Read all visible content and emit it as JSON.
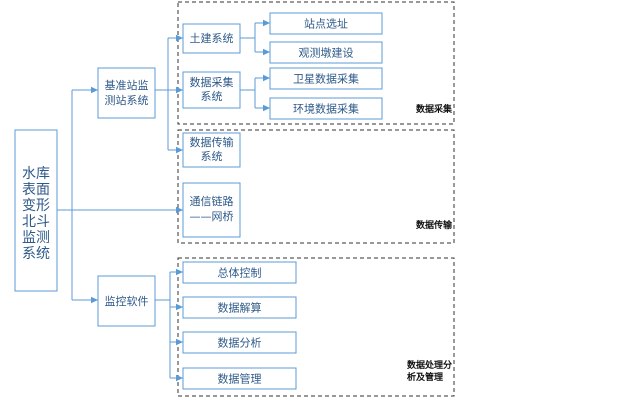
{
  "colors": {
    "node_border": "#5b9bd5",
    "edge": "#5b9bd5",
    "node_text": "#2e5a8a",
    "group_border": "#333333",
    "group_text": "#111111",
    "background": "#ffffff"
  },
  "root": {
    "lines": [
      "水库",
      "表面",
      "变形",
      "北斗",
      "监测",
      "系统"
    ]
  },
  "level1": {
    "base_station": {
      "lines": [
        "基准站监",
        "测站系统"
      ]
    },
    "monitor_software": {
      "lines": [
        "监控软件"
      ]
    }
  },
  "level2": {
    "civil": {
      "lines": [
        "土建系统"
      ]
    },
    "data_collection": {
      "lines": [
        "数据采集",
        "系统"
      ]
    },
    "data_transmission": {
      "lines": [
        "数据传输",
        "系统"
      ]
    },
    "comm_link": {
      "lines": [
        "通信链路",
        "——网桥"
      ]
    }
  },
  "level3": {
    "site_selection": {
      "lines": [
        "站点选址"
      ]
    },
    "pier_construction": {
      "lines": [
        "观测墩建设"
      ]
    },
    "satellite_data": {
      "lines": [
        "卫星数据采集"
      ]
    },
    "env_data": {
      "lines": [
        "环境数据采集"
      ]
    },
    "overall_control": {
      "lines": [
        "总体控制"
      ]
    },
    "data_solving": {
      "lines": [
        "数据解算"
      ]
    },
    "data_analysis": {
      "lines": [
        "数据分析"
      ]
    },
    "data_management": {
      "lines": [
        "数据管理"
      ]
    }
  },
  "groups": {
    "collection": {
      "lines": [
        "数据采集"
      ]
    },
    "transmission": {
      "lines": [
        "数据传输"
      ]
    },
    "processing": {
      "lines": [
        "数据处理分",
        "析及管理"
      ]
    }
  }
}
